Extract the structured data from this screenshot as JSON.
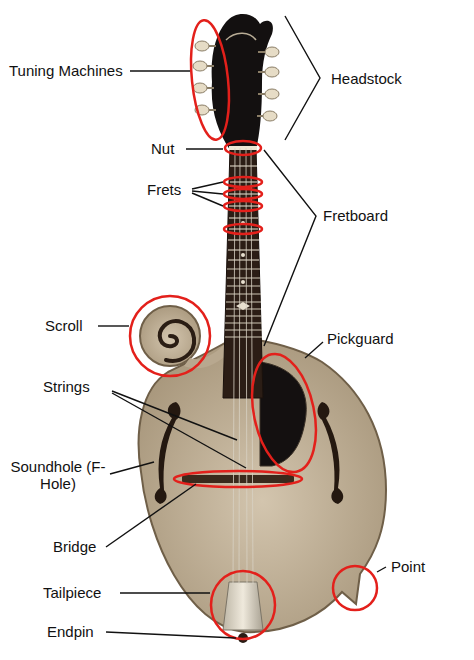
{
  "diagram": {
    "labels": [
      "Tuning Machines",
      "Headstock",
      "Nut",
      "Frets",
      "Fretboard",
      "Scroll",
      "Pickguard",
      "Strings",
      "Soundhole (F-Hole)",
      "Bridge",
      "Point",
      "Tailpiece",
      "Endpin"
    ]
  }
}
